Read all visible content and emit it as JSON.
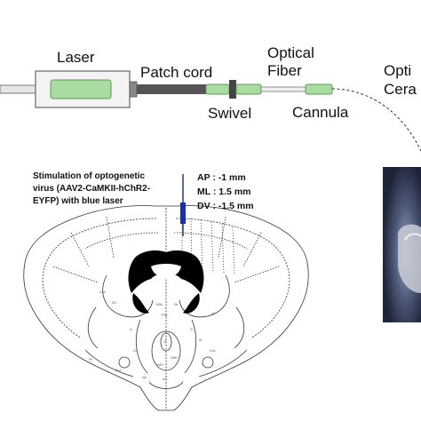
{
  "setup": {
    "laser_label": "Laser",
    "patch_cord_label": "Patch cord",
    "swivel_label": "Swivel",
    "optical_fiber_label_line1": "Optical",
    "optical_fiber_label_line2": "Fiber",
    "cannula_label": "Cannula",
    "opto_ceramic_label_line1": "Opti",
    "opto_ceramic_label_line2": "Cera"
  },
  "stimulation": {
    "description_line1": "Stimulation of optogenetic",
    "description_line2": "virus (AAV2-CaMKII-hChR2-",
    "description_line3": "EYFP) with blue laser",
    "ap": "AP : -1 mm",
    "ml": "ML :  1.5 mm",
    "dv": "DV : -1.5 mm"
  },
  "atlas_labels": [
    "CA3",
    "DG",
    "MHb",
    "Hb",
    "PVA",
    "3V",
    "VMH",
    "DMH",
    "Arc",
    "ZI",
    "LH",
    "CeA",
    "BLA",
    "Pir",
    "ic",
    "opt",
    "cp",
    "Rt"
  ],
  "colors": {
    "fiber_blue": "#1a2fb0",
    "component_green": "#a9dca0",
    "component_green_border": "#5c9a55",
    "patch_cord_gray": "#555555",
    "photo_bg": "#2b3350"
  }
}
